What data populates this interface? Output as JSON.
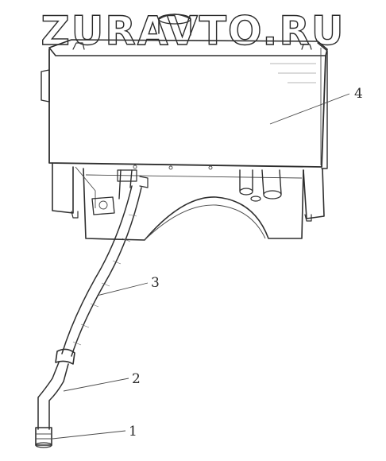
{
  "watermark": {
    "text": "ZURAVTO.RU"
  },
  "callouts": [
    {
      "number": "1"
    },
    {
      "number": "2"
    },
    {
      "number": "3"
    },
    {
      "number": "4"
    }
  ],
  "colors": {
    "ink": "#2e2e2e",
    "paper": "#ffffff"
  }
}
